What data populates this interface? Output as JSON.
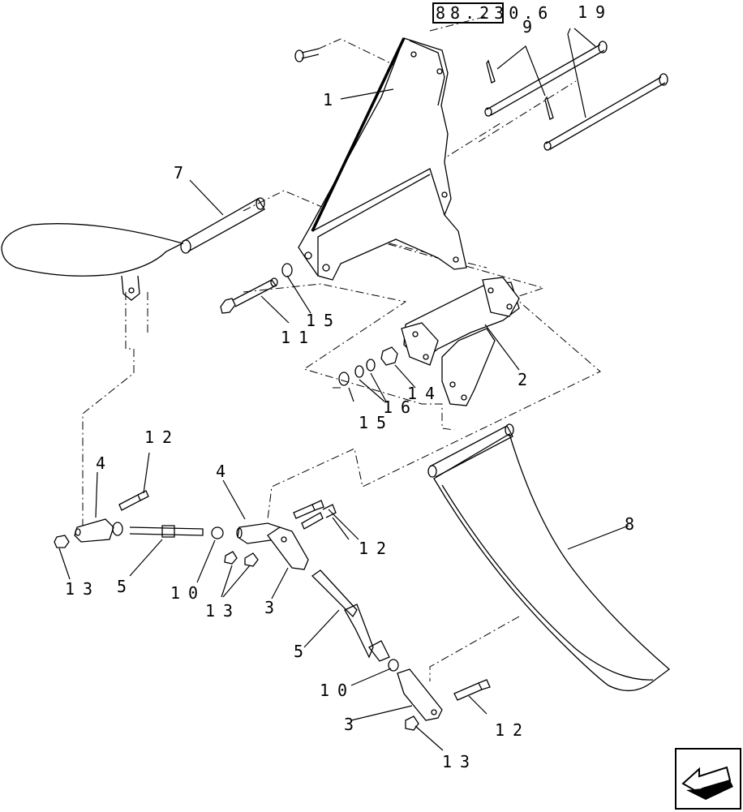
{
  "reference": "88.230.6",
  "callouts": [
    {
      "id": "c1",
      "text": "1"
    },
    {
      "id": "c2",
      "text": "2"
    },
    {
      "id": "c3a",
      "text": "3"
    },
    {
      "id": "c3b",
      "text": "3"
    },
    {
      "id": "c4a",
      "text": "4"
    },
    {
      "id": "c4b",
      "text": "4"
    },
    {
      "id": "c5a",
      "text": "5"
    },
    {
      "id": "c5b",
      "text": "5"
    },
    {
      "id": "c7",
      "text": "7"
    },
    {
      "id": "c8",
      "text": "8"
    },
    {
      "id": "c9",
      "text": "9"
    },
    {
      "id": "c10a",
      "text": "10"
    },
    {
      "id": "c10b",
      "text": "10"
    },
    {
      "id": "c11",
      "text": "11"
    },
    {
      "id": "c12a",
      "text": "12"
    },
    {
      "id": "c12b",
      "text": "12"
    },
    {
      "id": "c12c",
      "text": "12"
    },
    {
      "id": "c13a",
      "text": "13"
    },
    {
      "id": "c13b",
      "text": "13"
    },
    {
      "id": "c13c",
      "text": "13"
    },
    {
      "id": "c14",
      "text": "14"
    },
    {
      "id": "c15a",
      "text": "15"
    },
    {
      "id": "c15b",
      "text": "15"
    },
    {
      "id": "c16",
      "text": "16"
    },
    {
      "id": "c19",
      "text": "19"
    }
  ],
  "nav": {
    "icon": "arrow-left-icon"
  }
}
